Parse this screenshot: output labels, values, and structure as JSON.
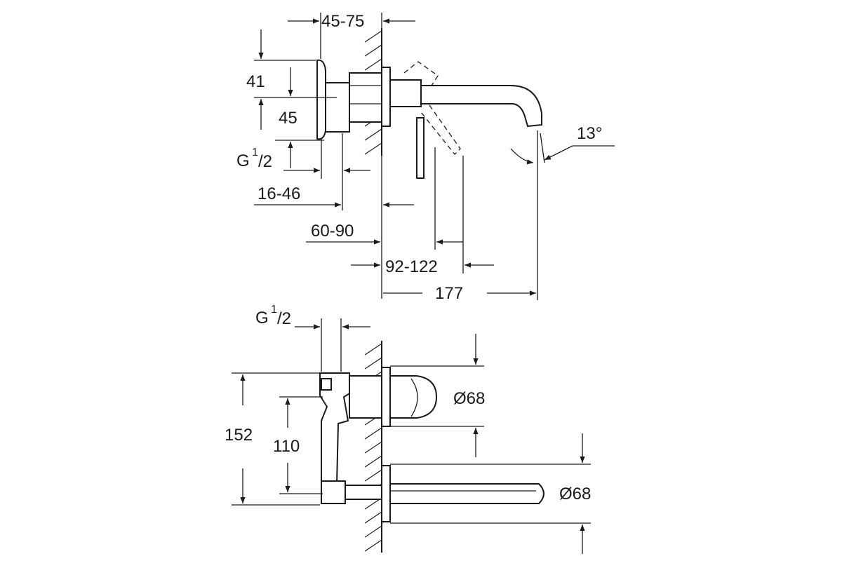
{
  "top_view": {
    "dims": {
      "d45_75": "45-75",
      "d41": "41",
      "d45": "45",
      "thread_main": "G",
      "thread_sup": "1",
      "thread_sub": "/2",
      "d16_46": "16-46",
      "d60_90": "60-90",
      "d92_122": "92-122",
      "d177": "177",
      "angle": "13°"
    }
  },
  "bottom_view": {
    "dims": {
      "thread_main": "G",
      "thread_sup": "1",
      "thread_sub": "/2",
      "d152": "152",
      "d110": "110",
      "dia_top": "Ø68",
      "dia_bottom": "Ø68"
    }
  }
}
